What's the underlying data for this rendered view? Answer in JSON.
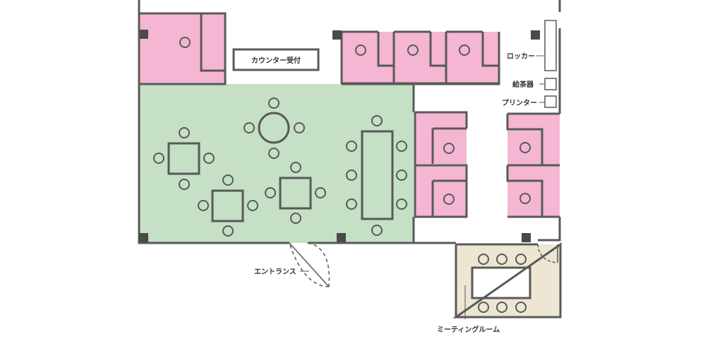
{
  "labels": {
    "counter": "カウンター受付",
    "locker": "ロッカー",
    "tea": "給茶器",
    "printer": "プリンター",
    "entrance": "エントランス",
    "meeting": "ミーティングルーム"
  },
  "colors": {
    "wall": "#595959",
    "booth": "#f4b6d2",
    "lounge": "#c5e0c4",
    "meeting": "#ece6d2",
    "pillar": "#4a4a4a",
    "door": "#595959"
  }
}
